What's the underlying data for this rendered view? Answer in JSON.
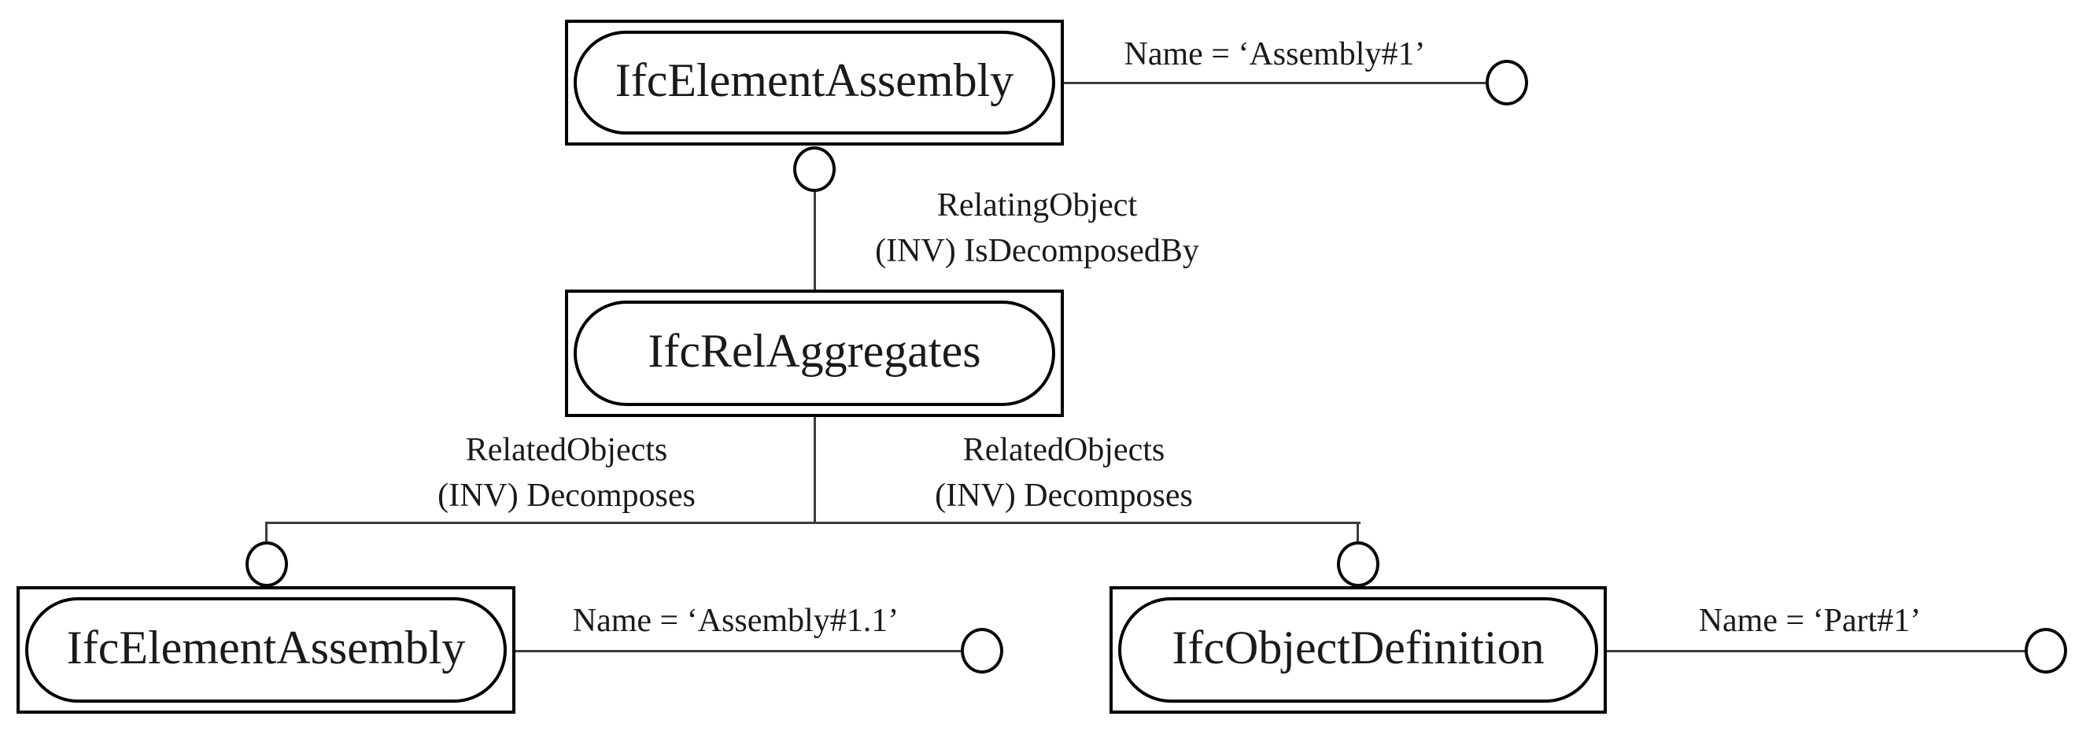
{
  "diagram": {
    "type": "ifc-instance-diagram",
    "colors": {
      "background": "#ffffff",
      "box_stroke": "#000000",
      "connector": "#3c3c3c",
      "text": "#1a1a1a"
    },
    "nodes": [
      {
        "id": "assembly-1",
        "label": "IfcElementAssembly",
        "attribute": "Name = ‘Assembly#1’"
      },
      {
        "id": "rel-aggregates",
        "label": "IfcRelAggregates"
      },
      {
        "id": "assembly-1-1",
        "label": "IfcElementAssembly",
        "attribute": "Name = ‘Assembly#1.1’"
      },
      {
        "id": "part-1",
        "label": "IfcObjectDefinition",
        "attribute": "Name = ‘Part#1’"
      }
    ],
    "edges": [
      {
        "id": "relating-object",
        "line1": "RelatingObject",
        "line2": "(INV) IsDecomposedBy"
      },
      {
        "id": "related-objects-left",
        "line1": "RelatedObjects",
        "line2": "(INV) Decomposes"
      },
      {
        "id": "related-objects-right",
        "line1": "RelatedObjects",
        "line2": "(INV) Decomposes"
      }
    ]
  }
}
